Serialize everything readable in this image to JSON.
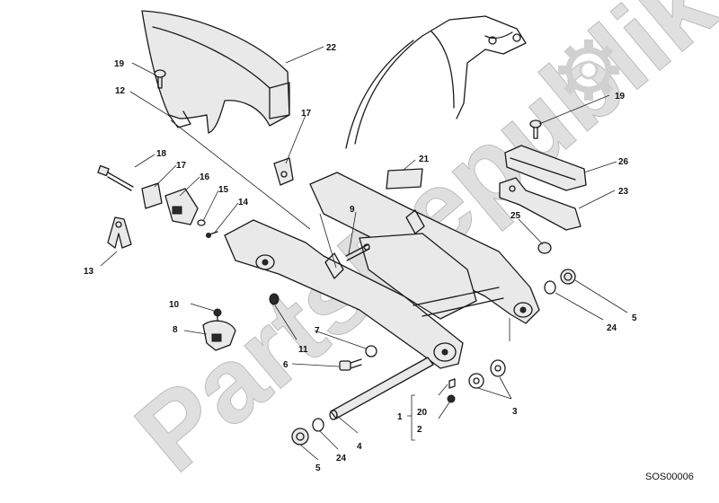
{
  "watermark": {
    "text": "PartsRepublik",
    "brand_color": "#cfcfcf"
  },
  "drawing_code": "SOS00006",
  "callouts": {
    "c22": "22",
    "c19a": "19",
    "c12": "12",
    "c17a": "17",
    "c18": "18",
    "c17b": "17",
    "c16": "16",
    "c15": "15",
    "c14": "14",
    "c13": "13",
    "c9": "9",
    "c21": "21",
    "c19b": "19",
    "c26": "26",
    "c23": "23",
    "c25": "25",
    "c24a": "24",
    "c5a": "5",
    "c10": "10",
    "c8": "8",
    "c11": "11",
    "c7": "7",
    "c6": "6",
    "c3": "3",
    "c1": "1",
    "c20": "20",
    "c2": "2",
    "c4": "4",
    "c5b": "5",
    "c24b": "24"
  }
}
